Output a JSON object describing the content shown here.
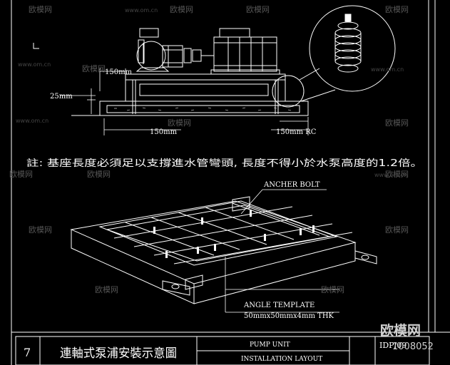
{
  "colors": {
    "background": "#000000",
    "lines": "#ffffff",
    "watermark": "#555555"
  },
  "dimensions": {
    "top_150": "150mm",
    "height_25": "25mm",
    "bottom_150": "150mm",
    "bottom_150_rc": "150mm RC"
  },
  "note": "註: 基座長度必須足以支撐進水管彎頭, 長度不得小於水泵高度的1.2倍。",
  "labels": {
    "anchor_bolt": "ANCHER BOLT",
    "angle_template": "ANGLE TEMPLATE",
    "angle_spec": "50mmx50mmx4mm THK"
  },
  "title_block": {
    "number": "7",
    "title_zh": "連軸式泵浦安裝示意圖",
    "title_en_1": "PUMP UNIT",
    "title_en_2": "INSTALLATION LAYOUT",
    "code": "IDP/09"
  },
  "watermarks": {
    "brand": "欧模网",
    "url": "www.om.cn",
    "big_brand": "欧模网",
    "id": "1008052"
  }
}
